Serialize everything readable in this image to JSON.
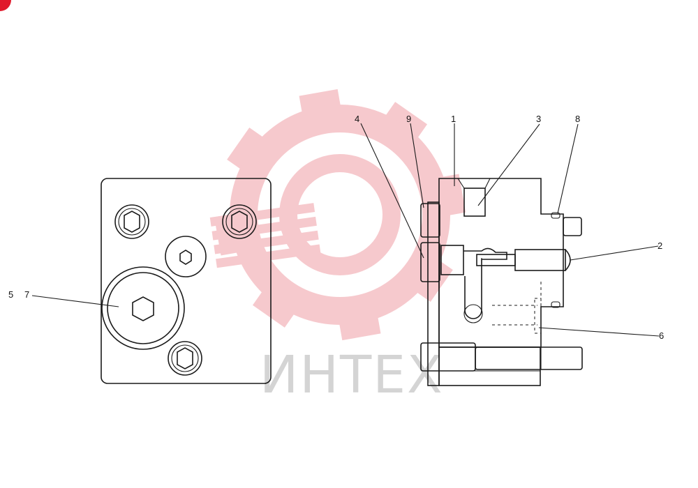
{
  "watermark": {
    "text": "ИНТЕХ",
    "color": "#f6c4c8",
    "text_color": "#d4d4d4"
  },
  "corner_badge_color": "#e0192b",
  "callouts": {
    "c1": "1",
    "c2": "2",
    "c3": "3",
    "c4": "4",
    "c5": "5",
    "c6": "6",
    "c7": "7",
    "c8": "8",
    "c9": "9"
  }
}
